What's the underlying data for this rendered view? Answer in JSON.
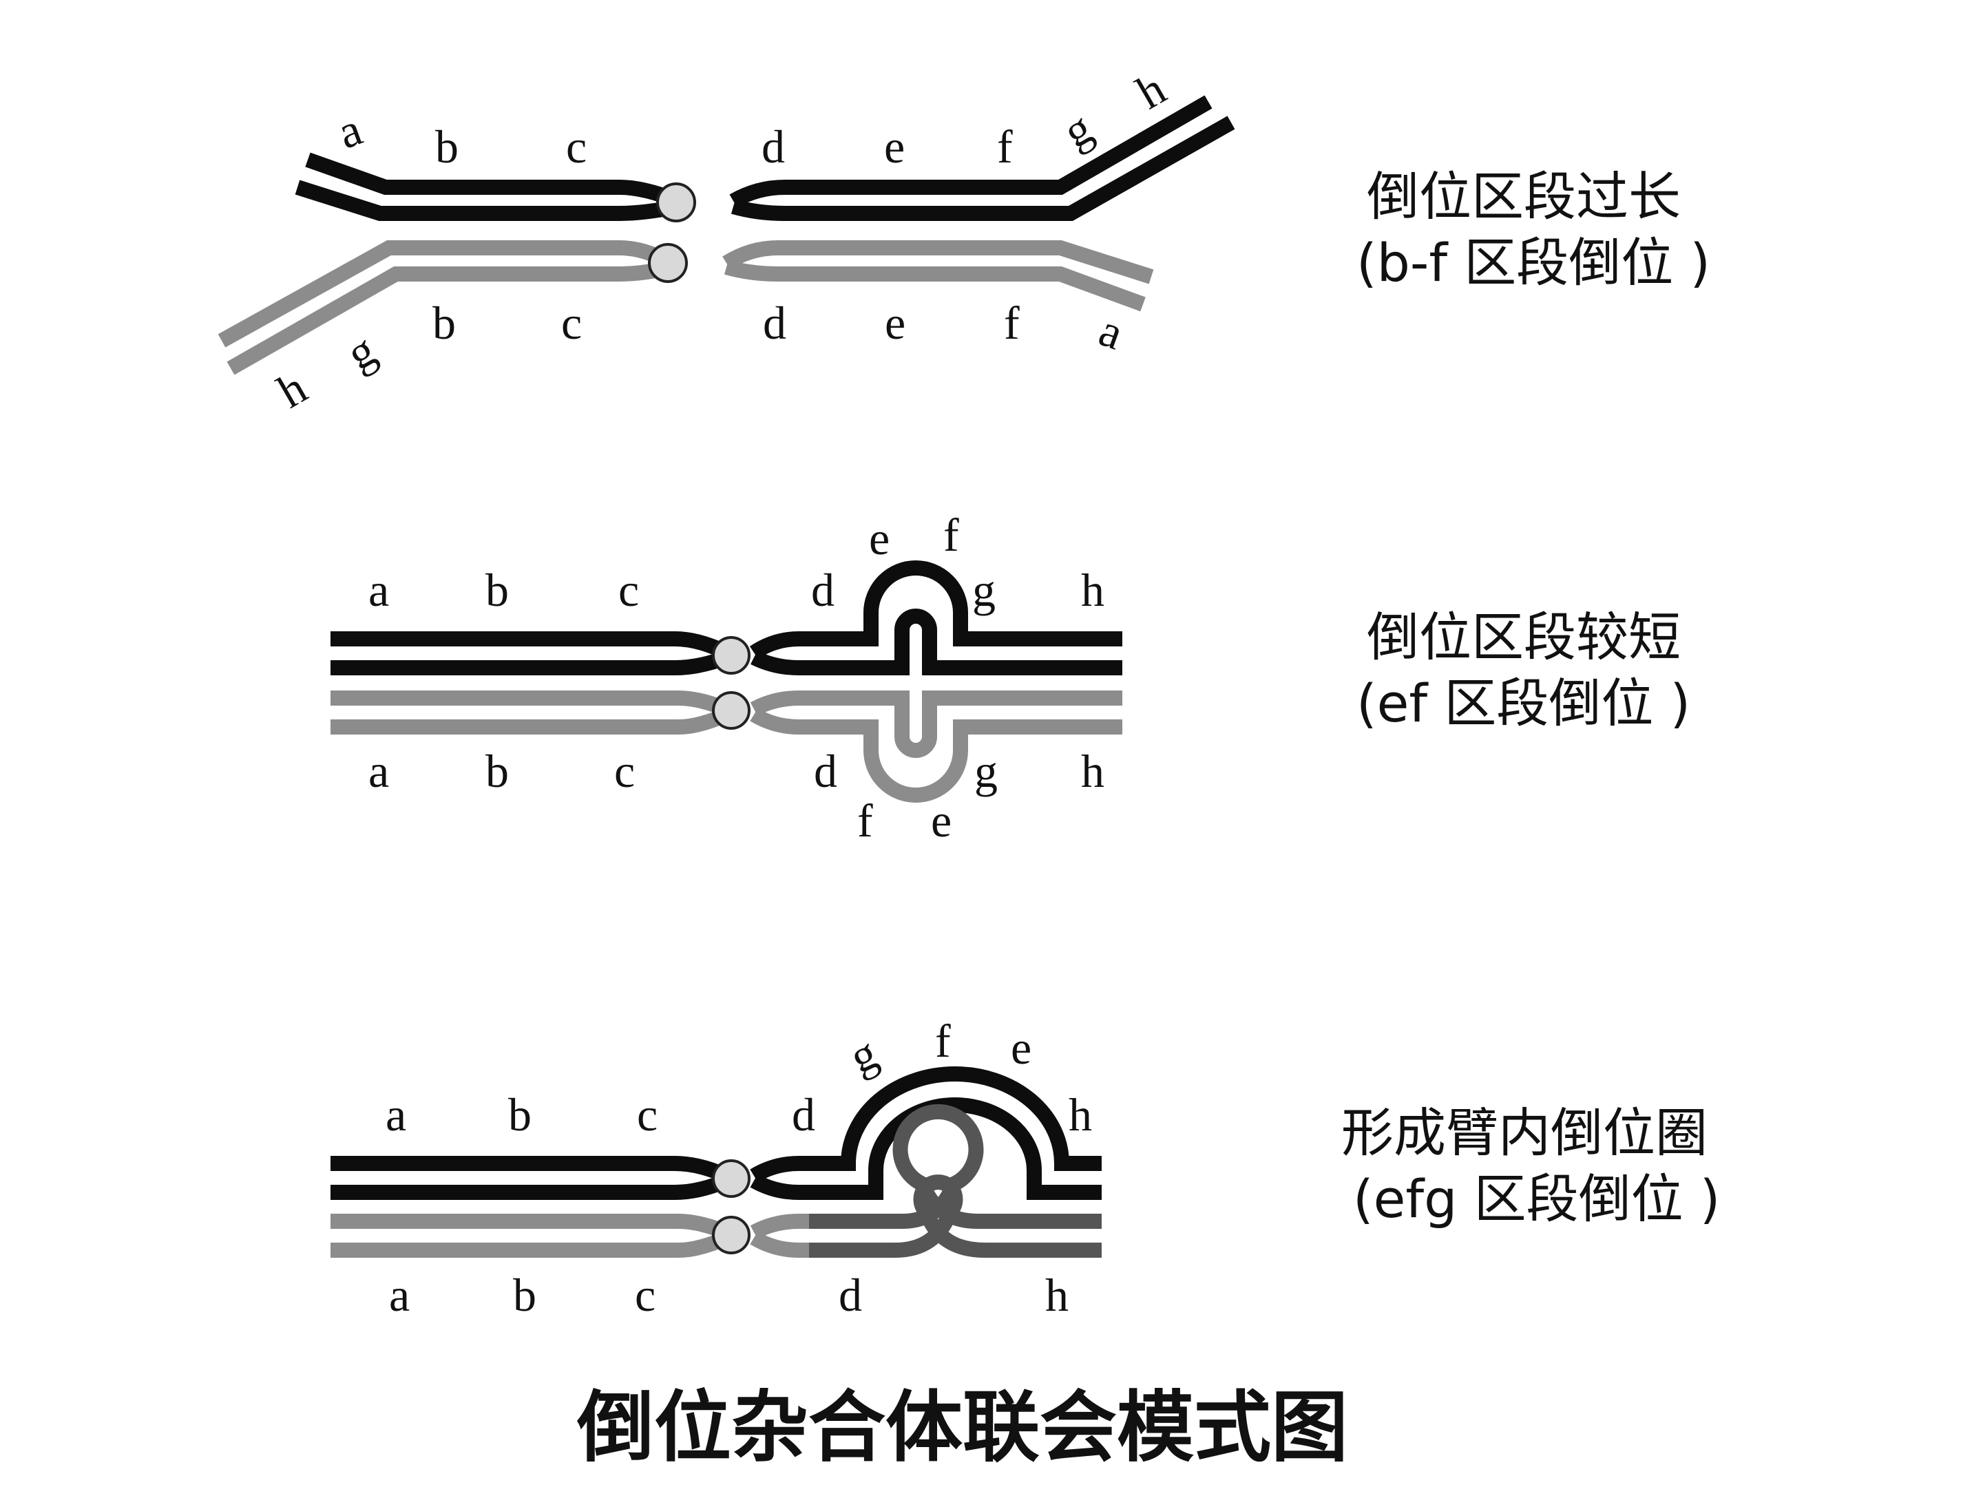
{
  "title": "倒位杂合体联会模式图",
  "colors": {
    "black_chromosome": "#0d0d0d",
    "grey_chromosome": "#8c8c8c",
    "loop_grey": "#555555",
    "centromere": "#d9d9d9"
  },
  "panels": [
    {
      "caption_line1": "倒位区段过长",
      "caption_line2": "(b-f 区段倒位 )",
      "top_genes": [
        "a",
        "b",
        "c",
        "d",
        "e",
        "f",
        "g",
        "h"
      ],
      "bottom_genes": [
        "h",
        "g",
        "b",
        "c",
        "d",
        "e",
        "f",
        "a"
      ]
    },
    {
      "caption_line1": "倒位区段较短",
      "caption_line2": "(ef 区段倒位 )",
      "top_genes": [
        "a",
        "b",
        "c",
        "d",
        "e",
        "f",
        "g",
        "h"
      ],
      "bottom_genes": [
        "a",
        "b",
        "c",
        "d",
        "f",
        "e",
        "g",
        "h"
      ]
    },
    {
      "caption_line1": "形成臂内倒位圈",
      "caption_line2": "(efg 区段倒位 )",
      "top_genes": [
        "a",
        "b",
        "c",
        "d",
        "g",
        "f",
        "e",
        "h"
      ],
      "bottom_genes": [
        "a",
        "b",
        "c",
        "d",
        "h"
      ]
    }
  ]
}
